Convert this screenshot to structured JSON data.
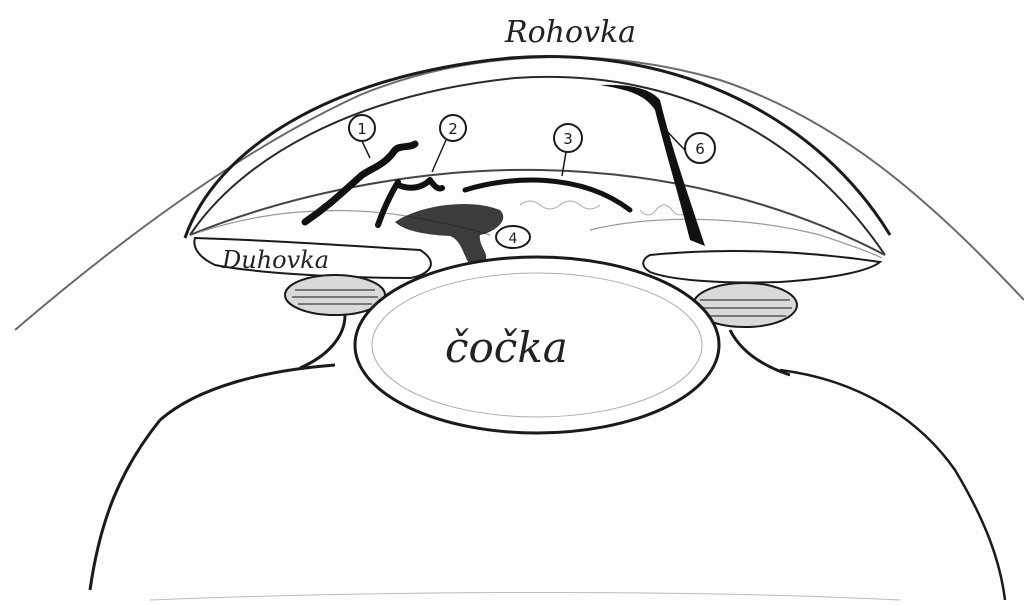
{
  "labels": {
    "cornea": "Rohovka",
    "iris": "Duhovka",
    "lens": "čočka"
  },
  "markers": [
    {
      "id": "1",
      "text": "1"
    },
    {
      "id": "2",
      "text": "2"
    },
    {
      "id": "3",
      "text": "3"
    },
    {
      "id": "4",
      "text": "4"
    },
    {
      "id": "6",
      "text": "6"
    }
  ],
  "colors": {
    "ink": "#1a1a1a",
    "pencil": "#555555",
    "shade": "#8a8a8a",
    "paper": "#fdfdfd"
  }
}
